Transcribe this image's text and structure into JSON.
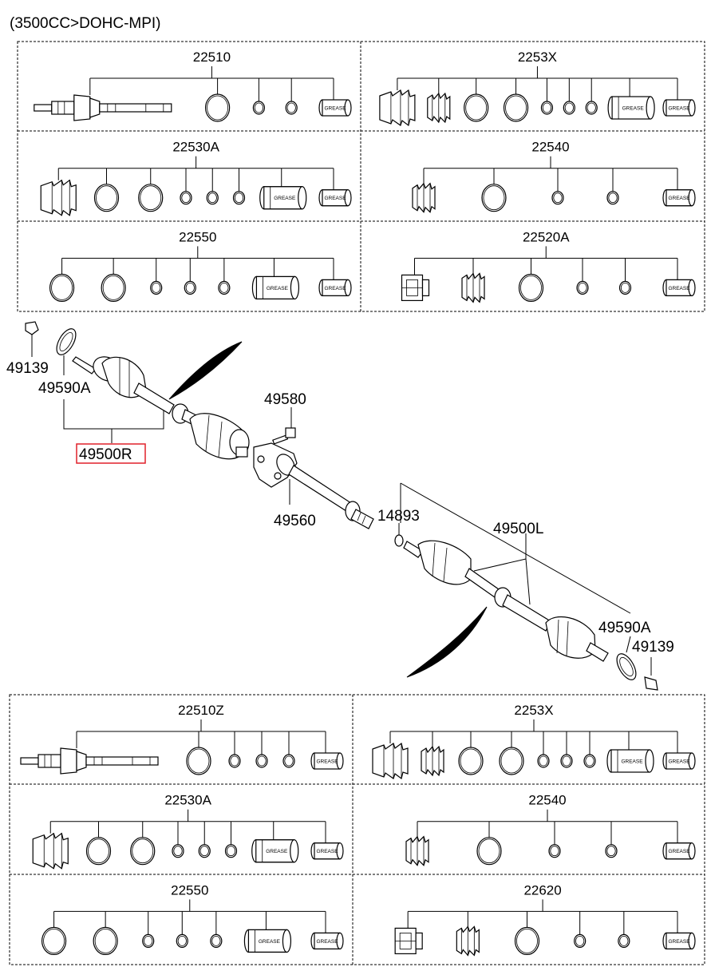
{
  "header": {
    "engine_note": "(3500CC>DOHC-MPI)"
  },
  "kits": {
    "top": [
      {
        "code": "22510",
        "parts": [
          "shaft",
          "ring-l",
          "ring-s",
          "ring-s",
          "grease"
        ]
      },
      {
        "code": "2253X",
        "parts": [
          "boot-l",
          "boot-s",
          "ring-l",
          "ring-l",
          "ring-s",
          "ring-s",
          "ring-s",
          "grease-l",
          "grease"
        ]
      },
      {
        "code": "22530A",
        "parts": [
          "boot-l",
          "ring-l",
          "ring-l",
          "ring-s",
          "ring-s",
          "ring-s",
          "grease-l",
          "grease"
        ]
      },
      {
        "code": "22540",
        "parts": [
          "boot-s",
          "ring-l",
          "ring-s",
          "ring-s",
          "grease"
        ]
      },
      {
        "code": "22550",
        "parts": [
          "ring-l",
          "ring-l",
          "ring-s",
          "ring-s",
          "ring-s",
          "grease-l",
          "grease"
        ]
      },
      {
        "code": "22520A",
        "parts": [
          "housing",
          "boot-s",
          "ring-l",
          "ring-s",
          "ring-s",
          "grease"
        ]
      }
    ],
    "bottom": [
      {
        "code": "22510Z",
        "parts": [
          "shaft",
          "ring-l",
          "ring-s",
          "ring-s",
          "ring-s",
          "grease"
        ]
      },
      {
        "code": "2253X",
        "parts": [
          "boot-l",
          "boot-s",
          "ring-l",
          "ring-l",
          "ring-s",
          "ring-s",
          "ring-s",
          "grease-l",
          "grease"
        ]
      },
      {
        "code": "22530A",
        "parts": [
          "boot-l",
          "ring-l",
          "ring-l",
          "ring-s",
          "ring-s",
          "ring-s",
          "grease-l",
          "grease"
        ]
      },
      {
        "code": "22540",
        "parts": [
          "boot-s",
          "ring-l",
          "ring-s",
          "ring-s",
          "grease"
        ]
      },
      {
        "code": "22550",
        "parts": [
          "ring-l",
          "ring-l",
          "ring-s",
          "ring-s",
          "ring-s",
          "grease-l",
          "grease"
        ]
      },
      {
        "code": "22620",
        "parts": [
          "housing",
          "boot-s",
          "ring-l",
          "ring-s",
          "ring-s",
          "grease"
        ]
      }
    ]
  },
  "grease_text": "GREASE",
  "callouts": {
    "nut_right": "49139",
    "ring_right": "49590A",
    "shaft_right": "49500R",
    "bolt": "49580",
    "bracket": "49560",
    "circlip": "14893",
    "shaft_left": "49500L",
    "ring_left": "49590A",
    "nut_left": "49139"
  },
  "highlight_color": "#e0202a"
}
